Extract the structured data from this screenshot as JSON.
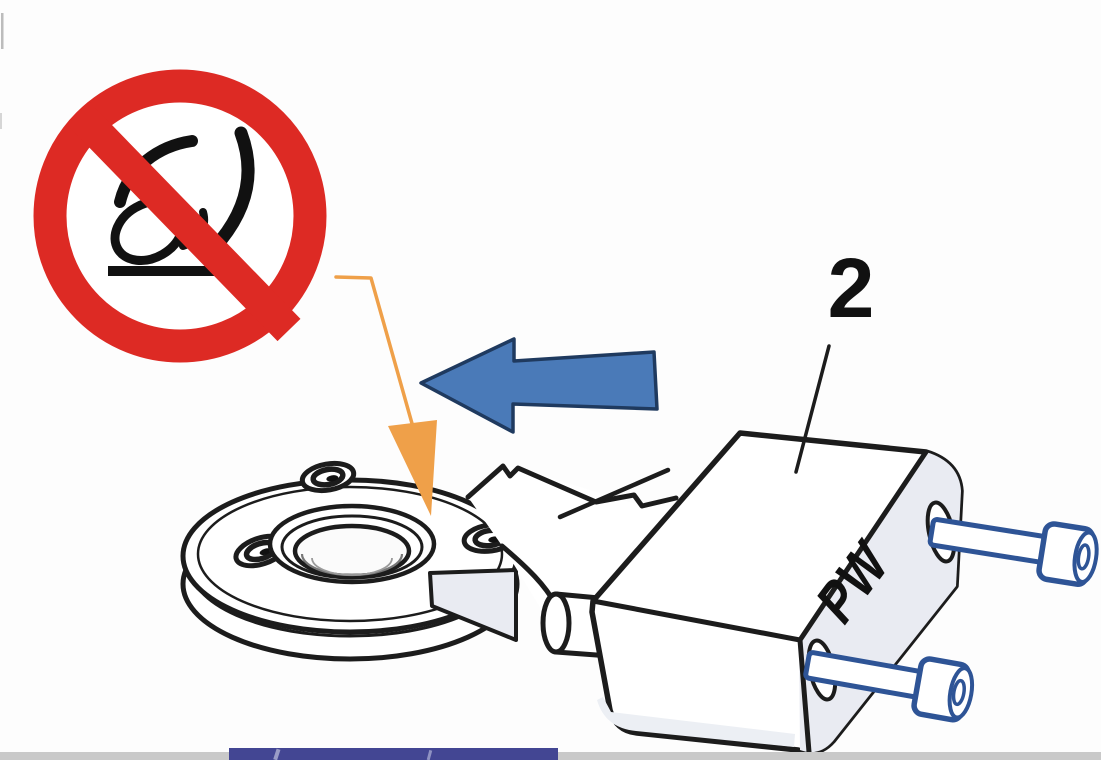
{
  "figure": {
    "part_label": "2",
    "part_marking": "PW"
  },
  "icons": {
    "prohibition_sign": "no-touch-prohibition-icon",
    "callout_pointer": "orange-arrowhead-pointer",
    "direction_arrow": "blue-left-arrow",
    "fasteners": "socket-head-cap-screw",
    "flange_fasteners": "flange-socket-screw"
  },
  "colors": {
    "prohibition_red": "#dd2a24",
    "callout_orange": "#efa049",
    "arrow_blue_fill": "#4a7ab8",
    "arrow_blue_outline": "#1f3a5f",
    "screw_blue": "#2e5496",
    "line_art": "#1c1c1c",
    "glyph_black": "#111111",
    "shaded_face": "#e9ebf2",
    "footer_band_blue": "#434693",
    "footer_strip_gray": "#c9c9c9",
    "page_edge_gray": "#bcbcbc"
  }
}
